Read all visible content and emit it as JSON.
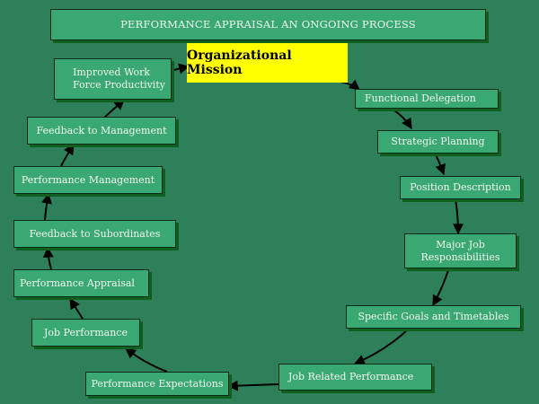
{
  "title": "PERFORMANCE APPRAISAL AN ONGOING PROCESS",
  "center": "Organizational Mission",
  "colors": {
    "background": "#2e805a",
    "box_fill": "#3aa873",
    "box_shadow": "#0f5f1e",
    "highlight": "#ffff00",
    "arrow": "#000000"
  },
  "steps": [
    "Functional Delegation",
    "Strategic Planning",
    "Position Description",
    "Major Job\nResponsibilities",
    "Specific Goals and Timetables",
    "Job Related Performance",
    "Performance  Expectations",
    "Job Performance",
    "Performance Appraisal",
    "Feedback to Subordinates",
    "Performance Management",
    "Feedback to Management",
    "Improved Work\n   Force Productivity"
  ],
  "flow": "Organizational Mission → Functional Delegation → Strategic Planning → Position Description → Major Job Responsibilities → Specific Goals and Timetables → Job Related Performance → Performance Expectations → Job Performance → Performance Appraisal → Feedback to Subordinates → Performance Management → Feedback to Management → Improved Work Force Productivity → Organizational Mission"
}
